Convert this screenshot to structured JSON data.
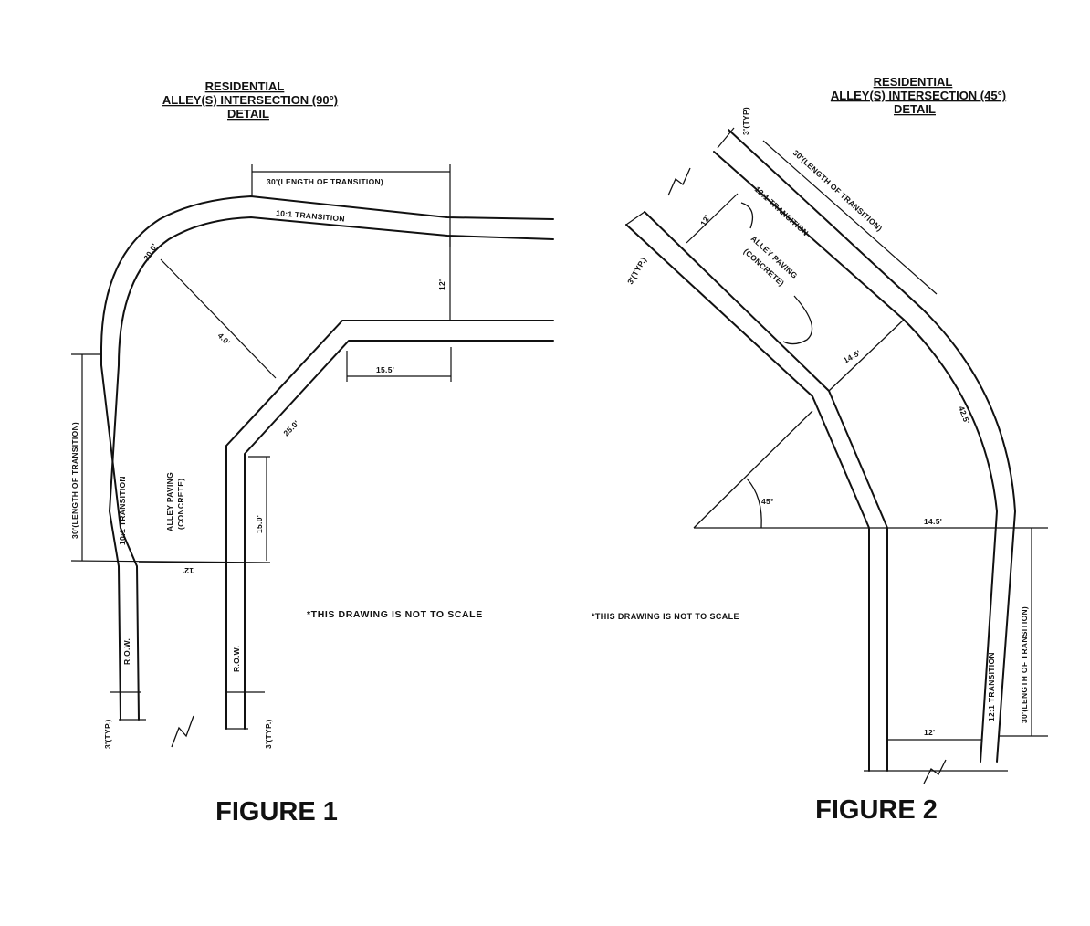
{
  "figure1": {
    "title_line1": "RESIDENTIAL",
    "title_line2": "ALLEY(S) INTERSECTION (90°)",
    "title_line3": "DETAIL",
    "length_transition_top": "30'(LENGTH OF TRANSITION)",
    "transition_top": "10:1 TRANSITION",
    "radius_20": "20.0'",
    "radius_4": "4.0'",
    "width_12_right": "12'",
    "length_15_5": "15.5'",
    "diag_25": "25.0'",
    "length_transition_left": "30'(LENGTH OF TRANSITION)",
    "transition_left": "10:1 TRANSITION",
    "alley_paving_line1": "ALLEY PAVING",
    "alley_paving_line2": "(CONCRETE)",
    "length_15_0": "15.0'",
    "width_12_bottom": "12'",
    "row_left": "R.O.W.",
    "row_right": "R.O.W.",
    "typ_left": "3'(TYP.)",
    "typ_right": "3'(TYP.)",
    "not_to_scale": "*THIS DRAWING IS NOT TO SCALE",
    "label": "FIGURE 1"
  },
  "figure2": {
    "title_line1": "RESIDENTIAL",
    "title_line2": "ALLEY(S) INTERSECTION (45°)",
    "title_line3": "DETAIL",
    "typ_top": "3'(TYP)",
    "length_transition_top": "30'(LENGTH OF TRANSITION)",
    "transition_top": "12:1 TRANSITION",
    "width_12_top": "12'",
    "typ_left": "3'(TYP.)",
    "alley_paving_line1": "ALLEY PAVING",
    "alley_paving_line2": "(CONCRETE)",
    "length_14_5_top": "14.5'",
    "radius_42": "42.5'",
    "angle": "45°",
    "length_14_5_bottom": "14.5'",
    "transition_right": "12:1 TRANSITION",
    "length_transition_right": "30'(LENGTH OF TRANSITION)",
    "width_12_bottom": "12'",
    "not_to_scale": "*THIS DRAWING IS NOT TO SCALE",
    "label": "FIGURE 2"
  }
}
